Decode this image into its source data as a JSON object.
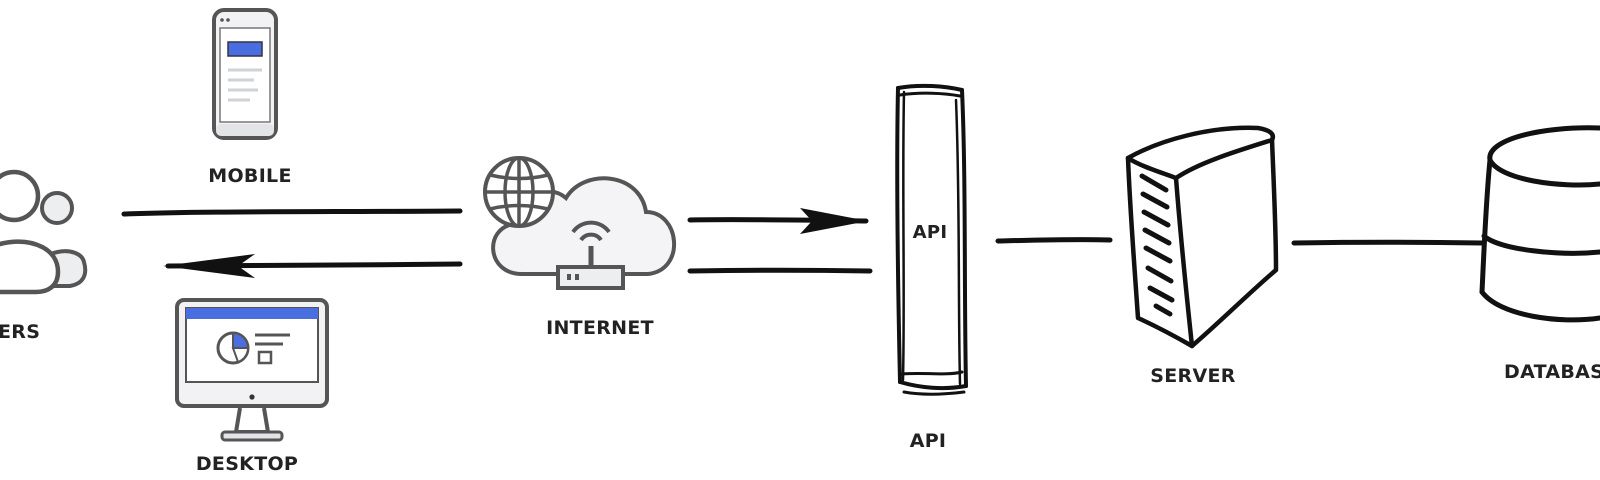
{
  "labels": {
    "users": "ERS",
    "mobile": "MOBILE",
    "desktop": "DESKTOP",
    "internet": "INTERNET",
    "api_inside": "API",
    "api": "API",
    "server": "SERVER",
    "database": "DATABAS"
  },
  "icons": {
    "users": "users-icon",
    "mobile": "mobile-phone-icon",
    "desktop": "desktop-monitor-icon",
    "globe": "globe-icon",
    "cloud": "cloud-icon",
    "router": "router-icon",
    "server": "server-tower-icon",
    "database": "database-cylinder-icon"
  },
  "colors": {
    "icon_gray": "#555555",
    "icon_fill": "#f2f2f4",
    "accent_blue": "#4a6ee0",
    "sketch_ink": "#111111"
  }
}
